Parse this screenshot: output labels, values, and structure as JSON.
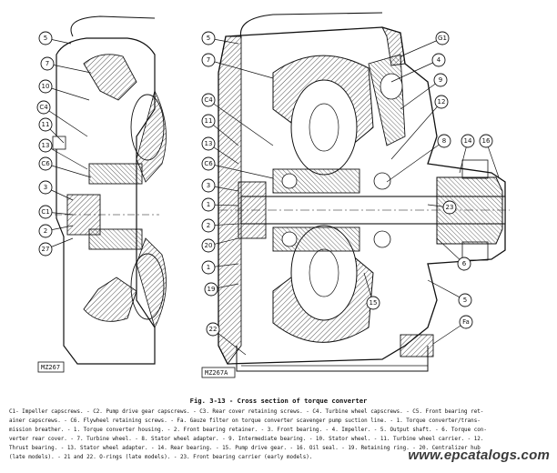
{
  "figure": {
    "caption": "Fig. 3-13 - Cross section of torque converter",
    "plate_ids": {
      "left": "MZ267",
      "right": "MZ267A"
    },
    "callouts_left": [
      "5",
      "7",
      "10",
      "C4",
      "11",
      "13",
      "C6",
      "3",
      "C1",
      "2",
      "27"
    ],
    "callouts_right": [
      "5",
      "7",
      "C4",
      "11",
      "13",
      "C6",
      "3",
      "1",
      "2",
      "20",
      "1",
      "19",
      "22",
      "G1",
      "4",
      "9",
      "12",
      "8",
      "14",
      "16",
      "23",
      "15",
      "6",
      "5",
      "Fa"
    ]
  },
  "legend": {
    "lines": [
      "C1- Impeller capscrews. - C2. Pump drive gear capscrews. - C3. Rear cover retaining screws. - C4. Turbine wheel capscrews. - C5. Front bearing ret-",
      "ainer capscrews. - C6. Flywheel retaining screws. - Fa. Gauze filter on torque converter scavenger pump suction line. - 1. Torque converter/trans-",
      "mission breather. - 1. Torque converter housing. - 2. Front bearing retainer. - 3. Front bearing. - 4. Impeller. - 5. Output shaft. - 6. Torque con-",
      "verter rear cover. - 7. Turbine wheel. - 8. Stator wheel adapter. - 9. Intermediate bearing. - 10. Stator wheel. - 11. Turbine wheel carrier. - 12.",
      "Thrust bearing. - 13. Stator wheel adapter. - 14. Rear bearing. - 15. Pump drive gear. - 16. Oil seal. - 19. Retaining ring. - 20. Centralizer hub",
      "(late models). - 21 and 22. O-rings (late models). - 23. Front bearing carrier (early models)."
    ]
  },
  "watermark": "www.epcatalogs.com"
}
